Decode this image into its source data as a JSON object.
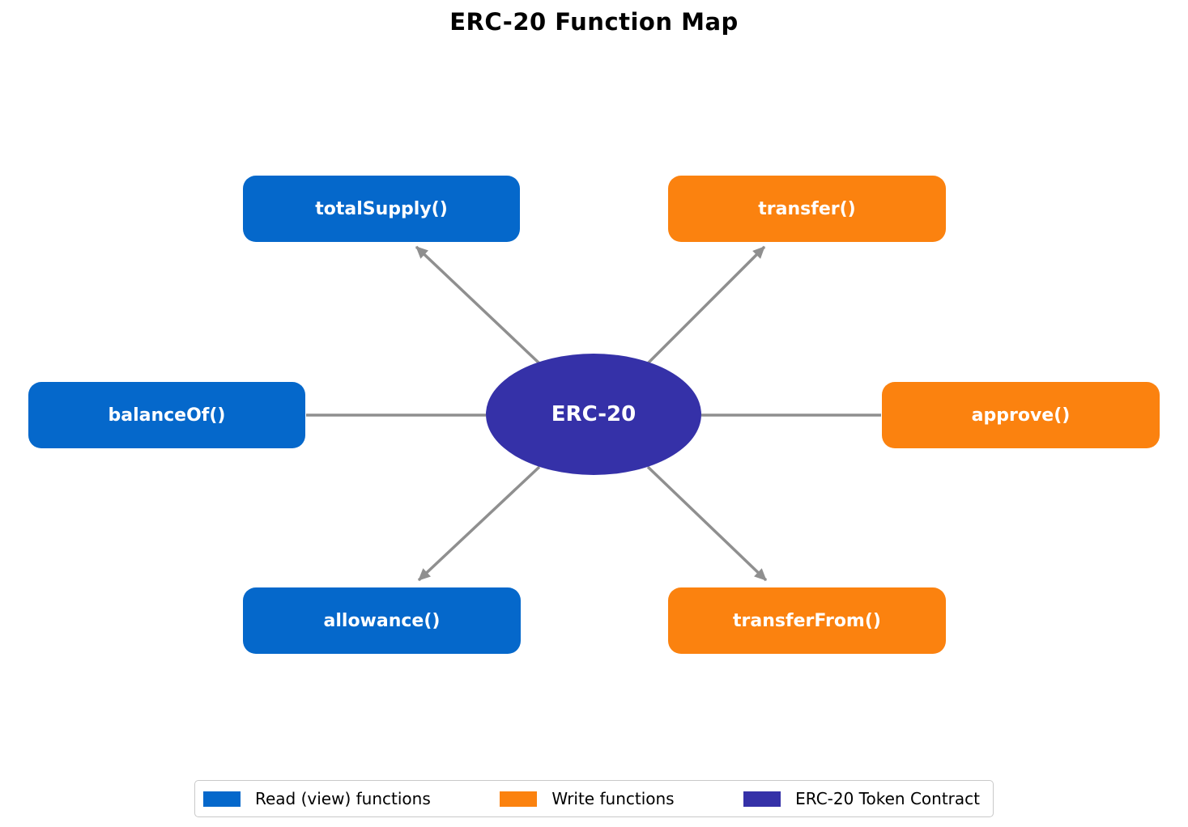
{
  "title": "ERC-20 Function Map",
  "center": {
    "label": "ERC-20"
  },
  "nodes": [
    {
      "label": "totalSupply()",
      "type": "read"
    },
    {
      "label": "transfer()",
      "type": "write"
    },
    {
      "label": "balanceOf()",
      "type": "read"
    },
    {
      "label": "approve()",
      "type": "write"
    },
    {
      "label": "allowance()",
      "type": "read"
    },
    {
      "label": "transferFrom()",
      "type": "write"
    }
  ],
  "colors": {
    "read": "#0568cb",
    "write": "#fb820f",
    "contract": "#3531a8",
    "arrow": "#8f8f8f"
  },
  "legend": {
    "items": [
      {
        "label": "Read (view) functions",
        "color": "#0568cb"
      },
      {
        "label": "Write functions",
        "color": "#fb820f"
      },
      {
        "label": "ERC-20 Token Contract",
        "color": "#3531a8"
      }
    ]
  }
}
